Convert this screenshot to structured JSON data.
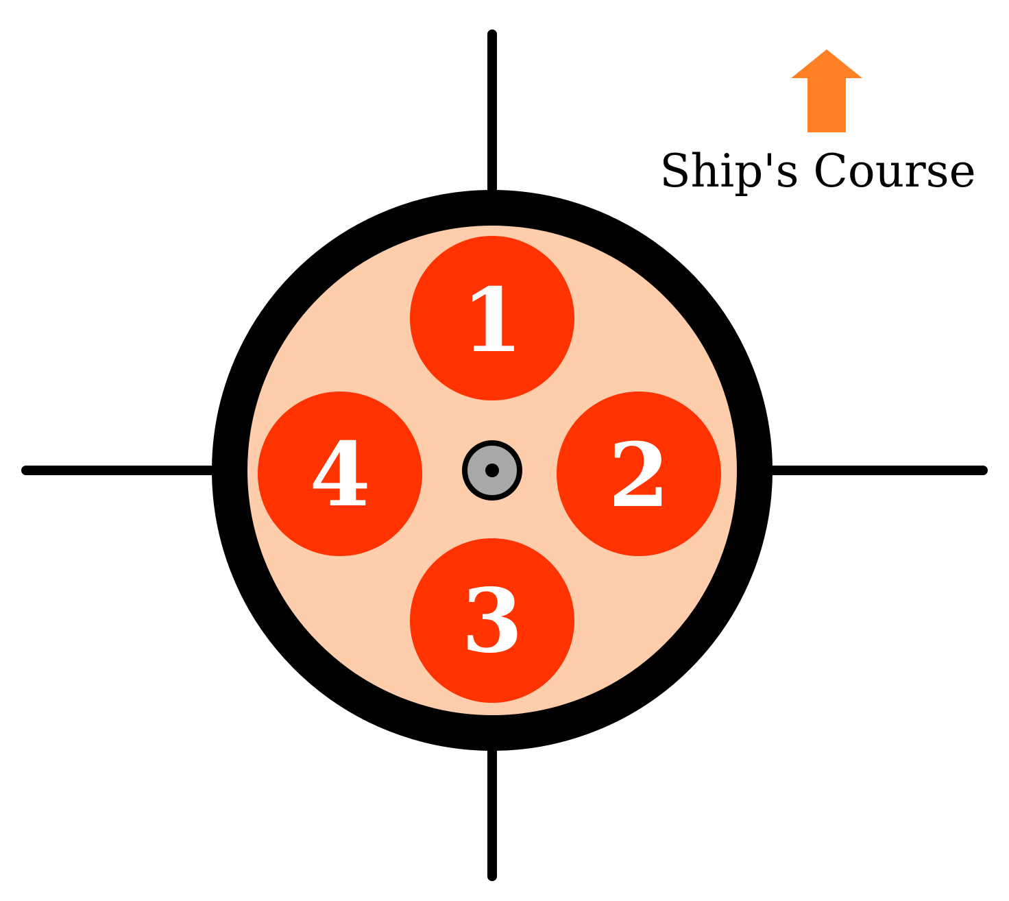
{
  "legend": {
    "label": "Ship's Course",
    "arrow_icon": "up-arrow-icon",
    "arrow_color": "#ff8025"
  },
  "colors": {
    "housing_fill": "#fdcdac",
    "housing_stroke": "#000000",
    "cell_fill": "#ff3300",
    "label_fill": "#ffffff",
    "hub_fill": "#a8a8a8",
    "axis_stroke": "#000000"
  },
  "cells": [
    {
      "id": "cell-1",
      "label": "1",
      "position": "top"
    },
    {
      "id": "cell-2",
      "label": "2",
      "position": "right"
    },
    {
      "id": "cell-3",
      "label": "3",
      "position": "bottom"
    },
    {
      "id": "cell-4",
      "label": "4",
      "position": "left"
    }
  ]
}
